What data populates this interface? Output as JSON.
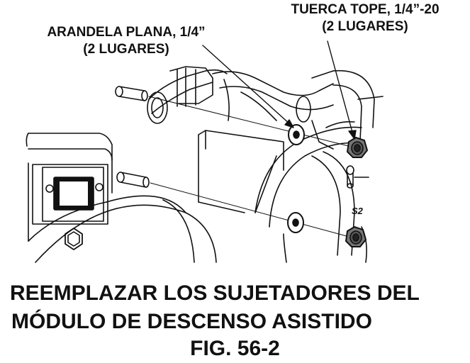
{
  "callouts": {
    "washer_line1": "ARANDELA PLANA, 1/4”",
    "washer_line2": "(2 LUGARES)",
    "nut_line1": "TUERCA TOPE, 1/4”-20",
    "nut_line2": "(2 LUGARES)"
  },
  "drawing_labels": {
    "switch": "S2"
  },
  "caption": {
    "line1": "REEMPLAZAR LOS SUJETADORES DEL",
    "line2": "MÓDULO DE DESCENSO ASISTIDO",
    "figure": "FIG. 56-2"
  },
  "colors": {
    "ink": "#111111",
    "fastener_fill": "#777777",
    "paper": "#ffffff"
  }
}
